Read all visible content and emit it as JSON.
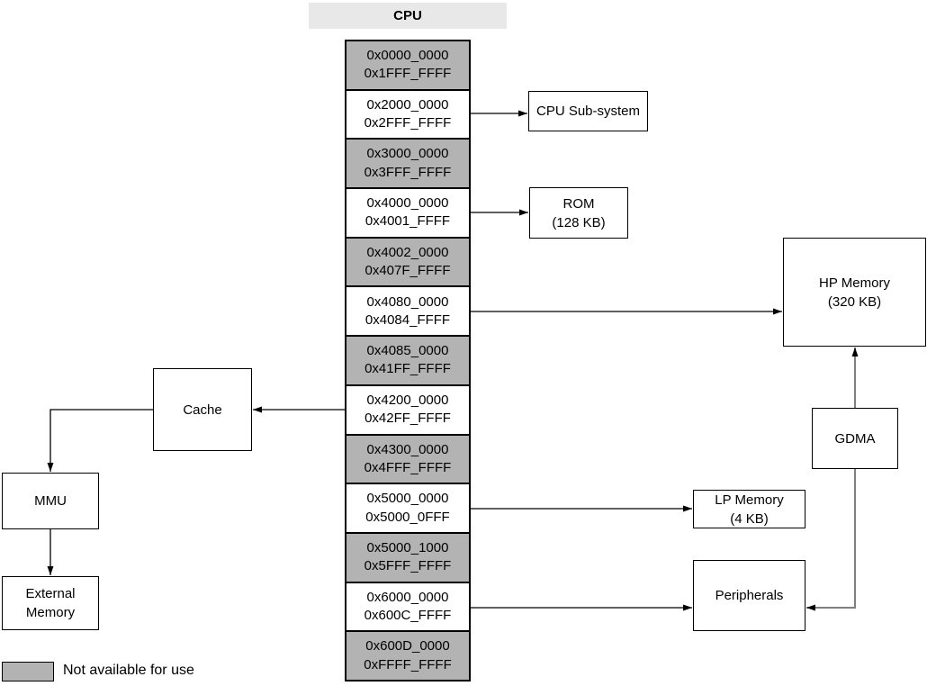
{
  "header": {
    "label": "CPU"
  },
  "colors": {
    "unavailable_fill": "#b3b3b3",
    "available_fill": "#ffffff",
    "header_fill": "#e8e8e8",
    "border": "#000000",
    "gdma_connector": "#808080",
    "connector": "#000000"
  },
  "memory_map": {
    "rows": [
      {
        "start": "0x0000_0000",
        "end": "0x1FFF_FFFF",
        "available": false
      },
      {
        "start": "0x2000_0000",
        "end": "0x2FFF_FFFF",
        "available": true
      },
      {
        "start": "0x3000_0000",
        "end": "0x3FFF_FFFF",
        "available": false
      },
      {
        "start": "0x4000_0000",
        "end": "0x4001_FFFF",
        "available": true
      },
      {
        "start": "0x4002_0000",
        "end": "0x407F_FFFF",
        "available": false
      },
      {
        "start": "0x4080_0000",
        "end": "0x4084_FFFF",
        "available": true
      },
      {
        "start": "0x4085_0000",
        "end": "0x41FF_FFFF",
        "available": false
      },
      {
        "start": "0x4200_0000",
        "end": "0x42FF_FFFF",
        "available": true
      },
      {
        "start": "0x4300_0000",
        "end": "0x4FFF_FFFF",
        "available": false
      },
      {
        "start": "0x5000_0000",
        "end": "0x5000_0FFF",
        "available": true
      },
      {
        "start": "0x5000_1000",
        "end": "0x5FFF_FFFF",
        "available": false
      },
      {
        "start": "0x6000_0000",
        "end": "0x600C_FFFF",
        "available": true
      },
      {
        "start": "0x600D_0000",
        "end": "0xFFFF_FFFF",
        "available": false
      }
    ]
  },
  "blocks": {
    "cpu_subsystem": {
      "lines": [
        "CPU Sub-system"
      ]
    },
    "rom": {
      "lines": [
        "ROM",
        "(128 KB)"
      ]
    },
    "hp_memory": {
      "lines": [
        "HP Memory",
        "(320 KB)"
      ]
    },
    "cache": {
      "lines": [
        "Cache"
      ]
    },
    "mmu": {
      "lines": [
        "MMU"
      ]
    },
    "external_memory": {
      "lines": [
        "External",
        "Memory"
      ]
    },
    "lp_memory": {
      "lines": [
        "LP Memory",
        "(4 KB)"
      ]
    },
    "peripherals": {
      "lines": [
        "Peripherals"
      ]
    },
    "gdma": {
      "lines": [
        "GDMA"
      ]
    }
  },
  "connections": [
    {
      "from": "0x2000_0000-0x2FFF_FFFF",
      "to": "CPU Sub-system"
    },
    {
      "from": "0x4000_0000-0x4001_FFFF",
      "to": "ROM"
    },
    {
      "from": "0x4080_0000-0x4084_FFFF",
      "to": "HP Memory"
    },
    {
      "from": "0x4200_0000-0x42FF_FFFF",
      "to": "Cache"
    },
    {
      "from": "Cache",
      "to": "MMU"
    },
    {
      "from": "MMU",
      "to": "External Memory"
    },
    {
      "from": "0x5000_0000-0x5000_0FFF",
      "to": "LP Memory"
    },
    {
      "from": "0x6000_0000-0x600C_FFFF",
      "to": "Peripherals"
    },
    {
      "from": "GDMA",
      "to": "HP Memory"
    },
    {
      "from": "GDMA",
      "to": "Peripherals"
    }
  ],
  "legend": {
    "label": "Not available for use"
  }
}
